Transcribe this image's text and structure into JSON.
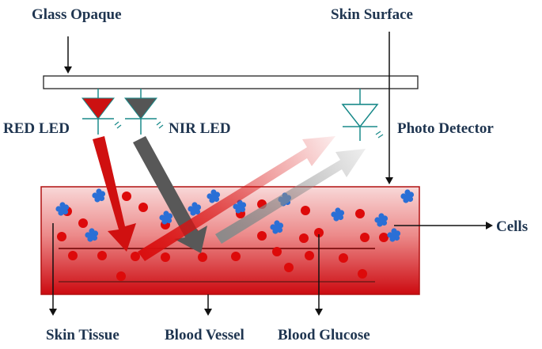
{
  "labels": {
    "glass_opaque": "Glass Opaque",
    "skin_surface": "Skin Surface",
    "red_led": "RED LED",
    "nir_led": "NIR LED",
    "photo_detector": "Photo Detector",
    "cells": "Cells",
    "skin_tissue": "Skin Tissue",
    "blood_vessel": "Blood Vessel",
    "blood_glucose": "Blood Glucose"
  },
  "colors": {
    "label_text": "#1f3550",
    "red_led": "#cc1111",
    "nir_led": "#555555",
    "detector": "#1a8a8a",
    "tissue_top": "#f7d2d2",
    "tissue_bottom": "#cc0a10",
    "red_cell": "#dd0a0a",
    "glucose_molecule": "#2a6fd6",
    "vessel_line": "#8a1c1c"
  },
  "icons": [
    "red-led-icon",
    "nir-led-icon",
    "photo-detector-icon",
    "red-cell-icon",
    "glucose-molecule-icon"
  ]
}
